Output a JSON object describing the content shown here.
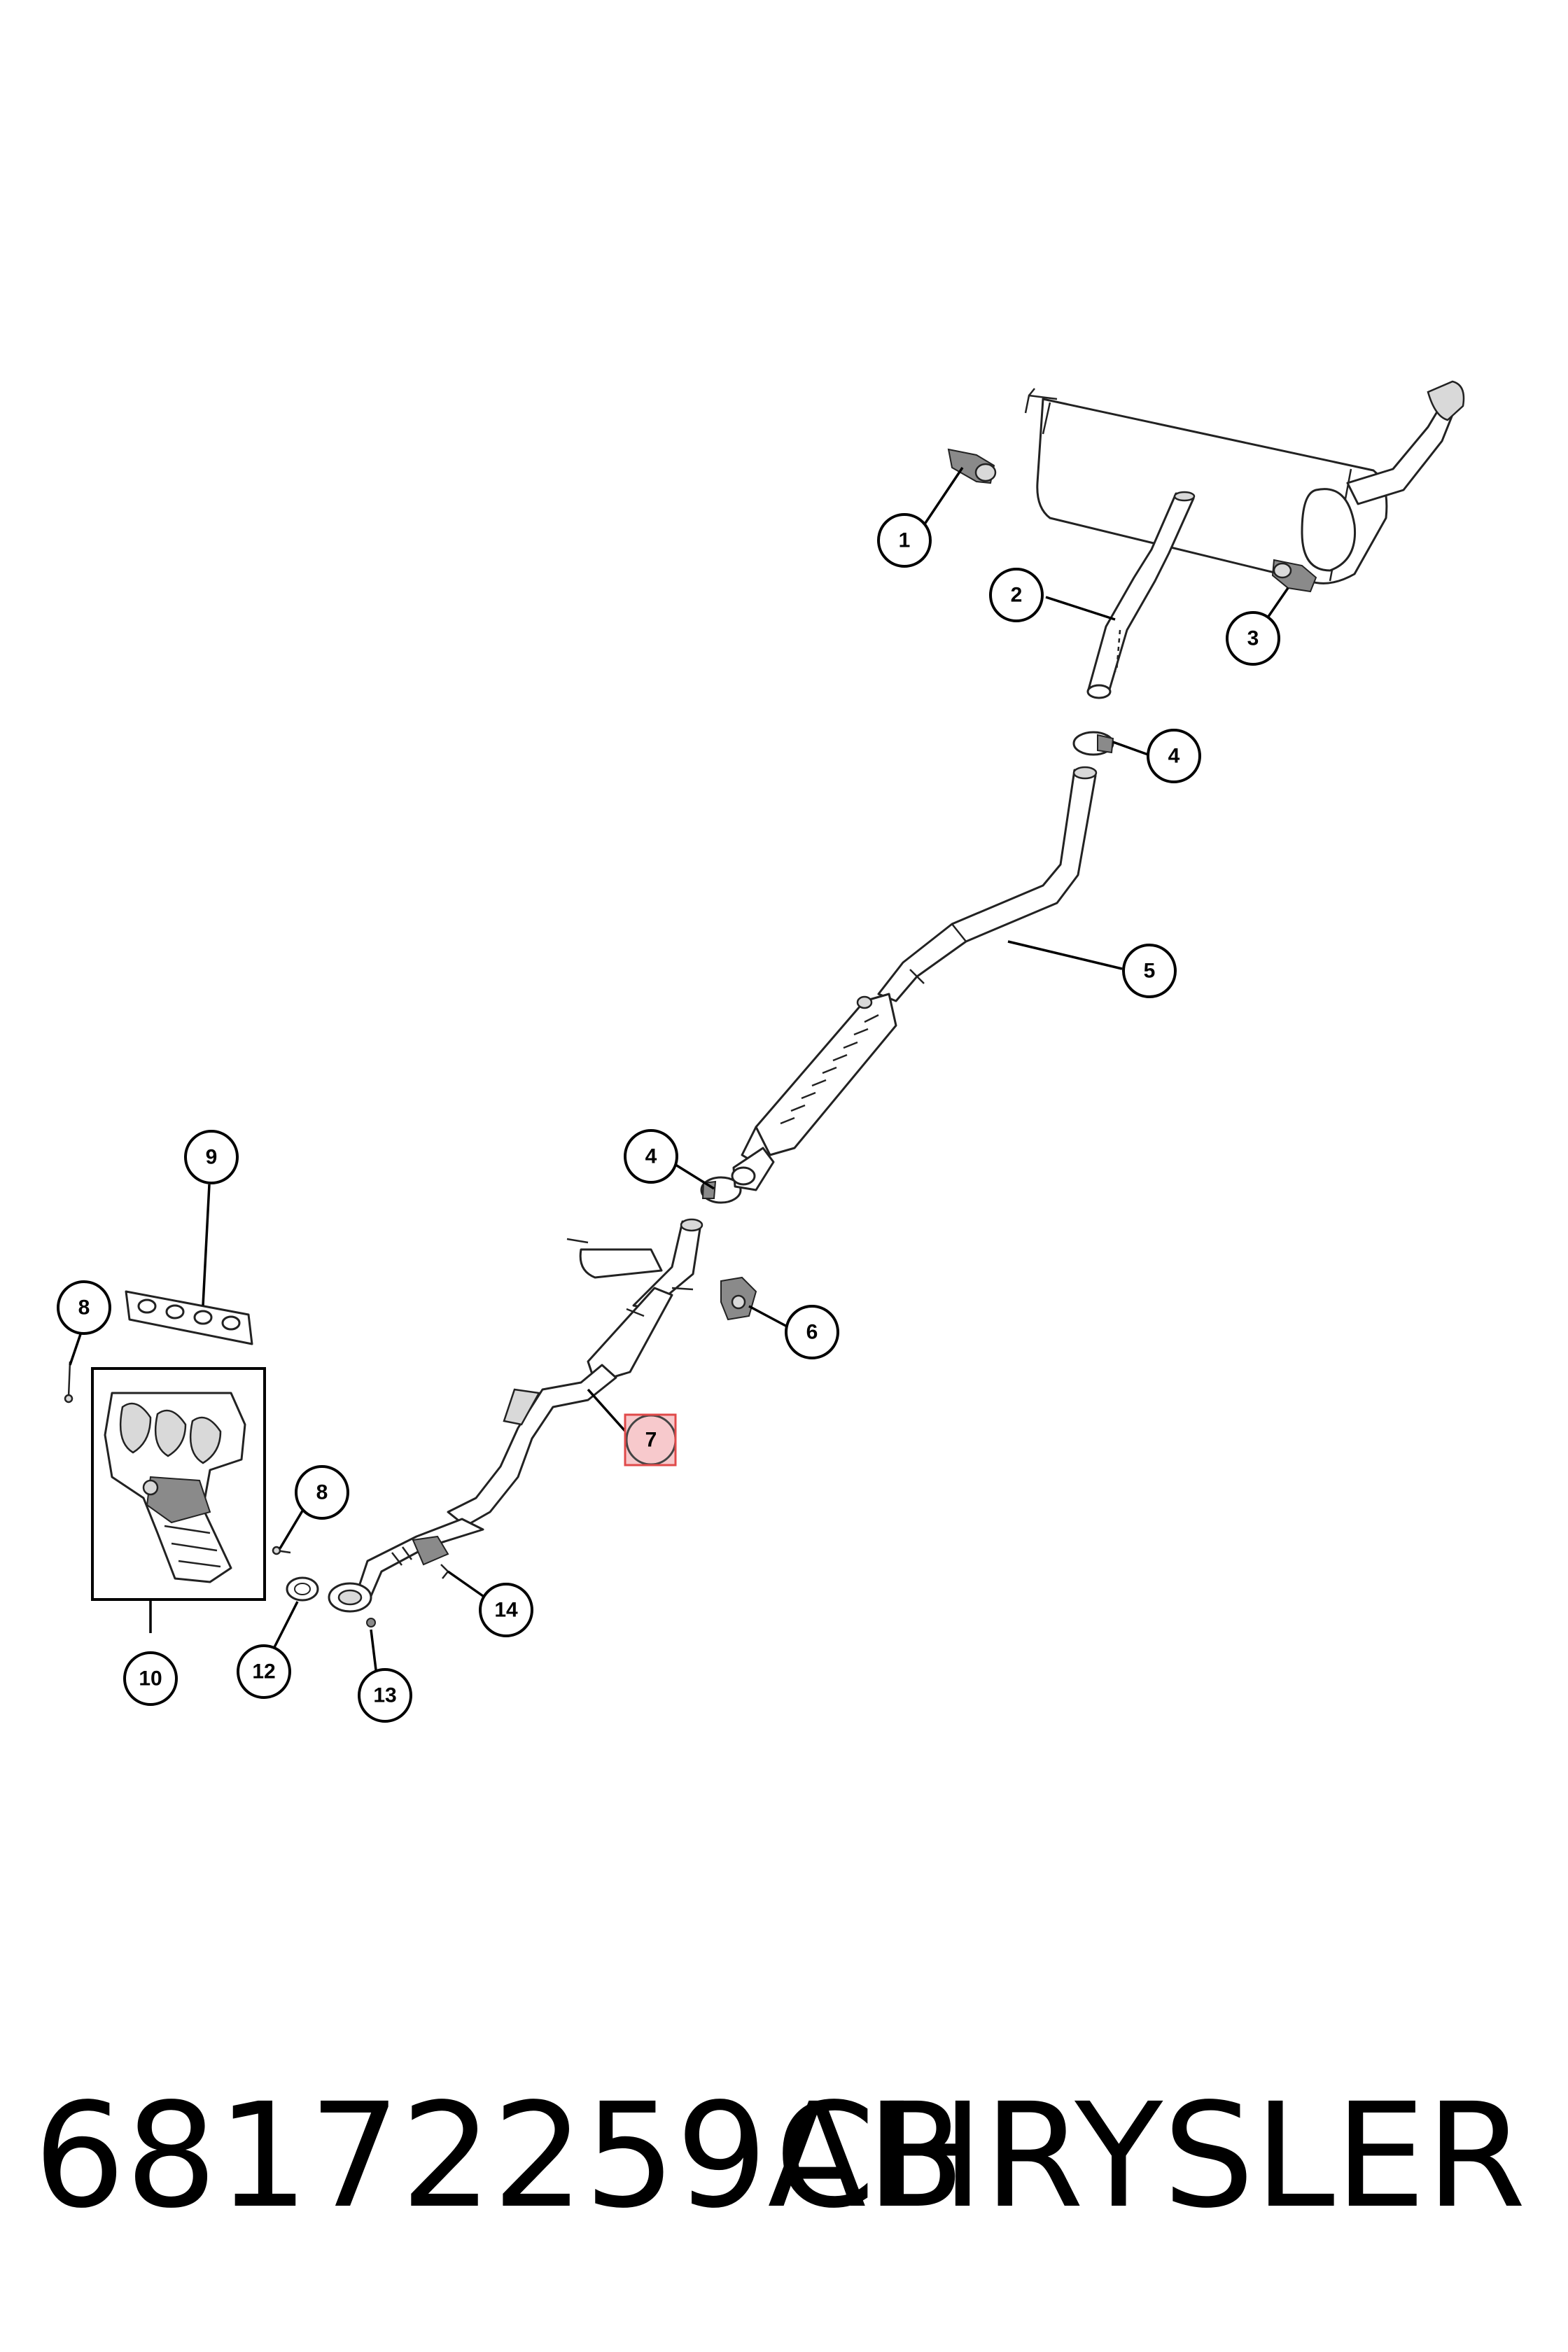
{
  "callouts": {
    "c1": "1",
    "c2": "2",
    "c3": "3",
    "c4a": "4",
    "c4b": "4",
    "c5": "5",
    "c6": "6",
    "c7": "7",
    "c8a": "8",
    "c8b": "8",
    "c9": "9",
    "c10": "10",
    "c12": "12",
    "c13": "13",
    "c14": "14"
  },
  "highlighted_callout": "7",
  "colors": {
    "highlight_fill": "#f7c9cc",
    "highlight_border": "#e04a4a"
  },
  "footer": {
    "part_number": "68172259AB",
    "brand": "CHRYSLER"
  }
}
